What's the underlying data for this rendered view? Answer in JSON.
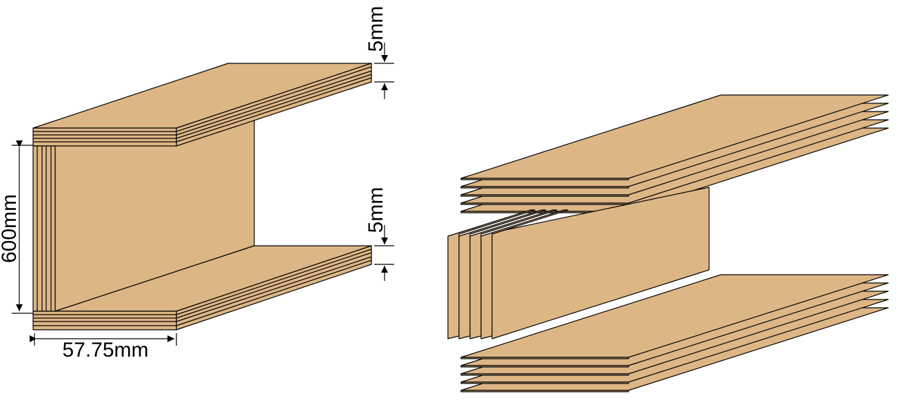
{
  "dimensions": {
    "flange_thickness_top": "5mm",
    "flange_thickness_bottom": "5mm",
    "web_height": "600mm",
    "flange_width": "57.75mm"
  },
  "colors": {
    "wood": "#ddb685",
    "stroke": "#000000",
    "background": "#ffffff"
  }
}
